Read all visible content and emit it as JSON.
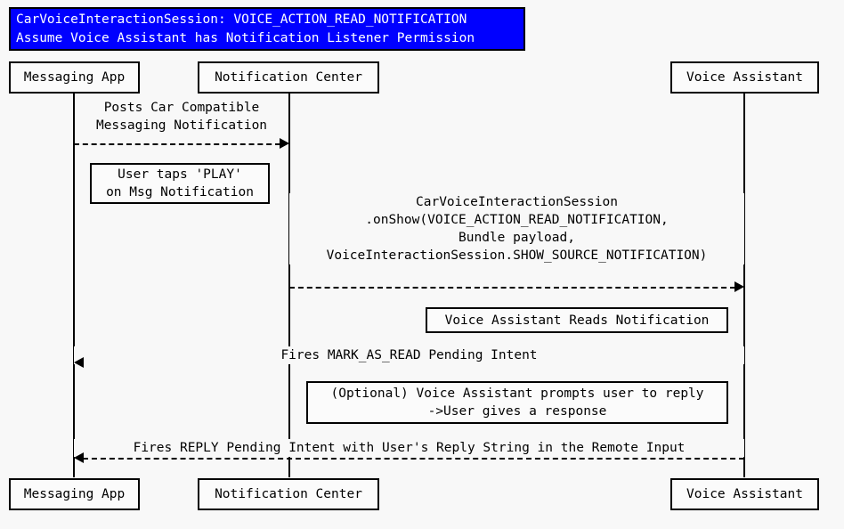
{
  "diagram": {
    "type": "sequence-diagram",
    "background_color": "#f8f8f8",
    "title_box": {
      "fill_color": "#0000ff",
      "text_color": "#ffffff",
      "lines": [
        "CarVoiceInteractionSession: VOICE_ACTION_READ_NOTIFICATION",
        "Assume Voice Assistant has Notification Listener Permission"
      ]
    },
    "participants": [
      {
        "id": "messaging-app",
        "label": "Messaging App"
      },
      {
        "id": "notification-center",
        "label": "Notification Center"
      },
      {
        "id": "voice-assistant",
        "label": "Voice Assistant"
      }
    ],
    "messages": [
      {
        "id": "posts-car-compatible-notification",
        "from": "messaging-app",
        "to": "notification-center",
        "direction": "right",
        "style": "dashed",
        "lines": [
          "Posts Car Compatible",
          "Messaging Notification"
        ]
      },
      {
        "id": "on-show-read-notification",
        "from": "notification-center",
        "to": "voice-assistant",
        "direction": "right",
        "style": "dashed",
        "lines": [
          "CarVoiceInteractionSession",
          ".onShow(VOICE_ACTION_READ_NOTIFICATION,",
          "Bundle payload,",
          "VoiceInteractionSession.SHOW_SOURCE_NOTIFICATION)"
        ]
      },
      {
        "id": "fires-mark-as-read-pending-intent",
        "from": "voice-assistant",
        "to": "messaging-app",
        "direction": "left",
        "style": "dashed",
        "lines": [
          "Fires MARK_AS_READ Pending Intent"
        ]
      },
      {
        "id": "fires-reply-pending-intent",
        "from": "voice-assistant",
        "to": "messaging-app",
        "direction": "left",
        "style": "dashed",
        "lines": [
          "Fires REPLY Pending Intent with User's Reply String in the Remote Input"
        ]
      }
    ],
    "notes": [
      {
        "id": "user-taps-play",
        "lines": [
          "User taps 'PLAY'",
          "on Msg Notification"
        ]
      },
      {
        "id": "voice-assistant-reads-notification",
        "lines": [
          "Voice Assistant Reads Notification"
        ]
      },
      {
        "id": "optional-prompts-user-to-reply",
        "lines": [
          "(Optional) Voice Assistant prompts user to reply",
          "->User gives a response"
        ]
      }
    ]
  }
}
